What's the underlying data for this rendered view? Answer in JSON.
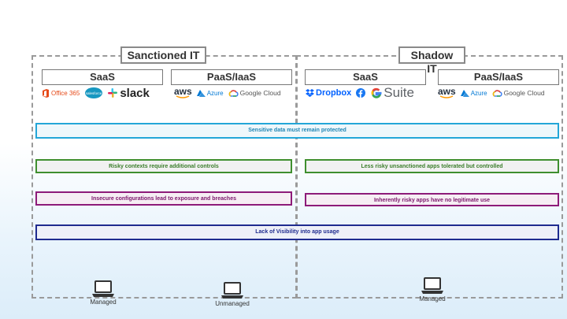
{
  "regions": {
    "sanctioned": {
      "title": "Sanctioned IT"
    },
    "shadow": {
      "title": "Shadow IT"
    }
  },
  "categories": {
    "sanctioned_saas": "SaaS",
    "sanctioned_paas": "PaaS/IaaS",
    "shadow_saas": "SaaS",
    "shadow_paas": "PaaS/IaaS"
  },
  "logos": {
    "office365": "Office 365",
    "salesforce": "salesforce",
    "slack": "slack",
    "aws": "aws",
    "azure": "Azure",
    "google_cloud": "Google Cloud",
    "dropbox": "Dropbox",
    "gsuite": "Suite"
  },
  "bars": {
    "sensitive": "Sensitive data must remain protected",
    "risky_contexts": "Risky contexts require additional controls",
    "less_risky": "Less risky unsanctioned apps tolerated but controlled",
    "insecure": "Insecure configurations lead to exposure and breaches",
    "inherently_risky": "Inherently risky apps have no legitimate use",
    "visibility": "Lack of Visibility into app usage"
  },
  "devices": {
    "d1": "Managed",
    "d2": "Unmanaged",
    "d3": "Managed"
  },
  "colors": {
    "blue": "#23a6d8",
    "green": "#3f8f2f",
    "purple": "#8d1b79",
    "navy": "#1f2b8f",
    "office": "#e64a19",
    "slack": "#e01e5a",
    "aws_arrow": "#ff9900",
    "azure": "#0078d4",
    "dropbox": "#0061ff",
    "facebook": "#1877f2"
  }
}
